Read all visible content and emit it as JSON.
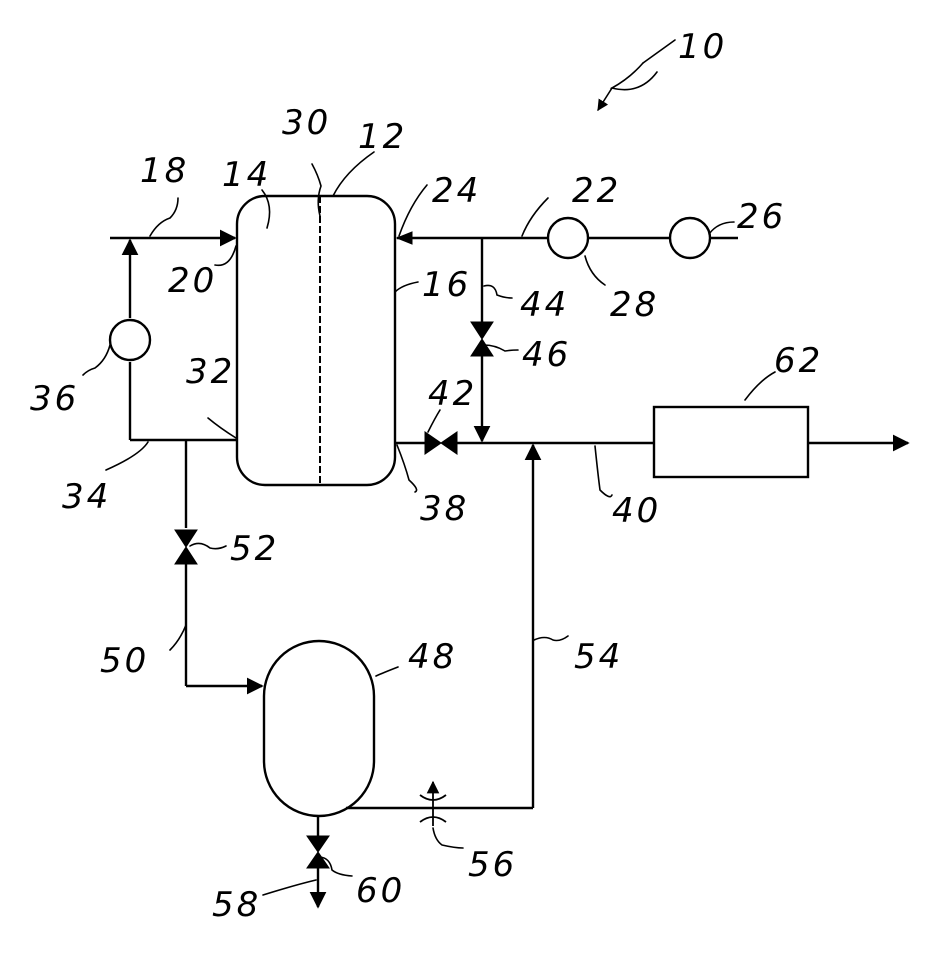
{
  "figure": {
    "reference_numerals": {
      "system": "10",
      "vessel": "12",
      "first_chamber": "14",
      "second_chamber": "16",
      "feed_line": "18",
      "feed_inlet": "20",
      "sweep_line": "22",
      "sweep_inlet": "24",
      "source": "26",
      "compressor": "28",
      "membrane": "30",
      "retentate_outlet": "32",
      "recycle_line": "34",
      "recycle_pump": "36",
      "permeate_outlet": "38",
      "product_line": "40",
      "outlet_valve": "42",
      "bypass_line": "44",
      "bypass_valve": "46",
      "separator": "48",
      "separator_line": "50",
      "separator_valve": "52",
      "return_line": "54",
      "throttle": "56",
      "drain_line": "58",
      "drain_valve": "60",
      "processing_unit": "62"
    }
  }
}
